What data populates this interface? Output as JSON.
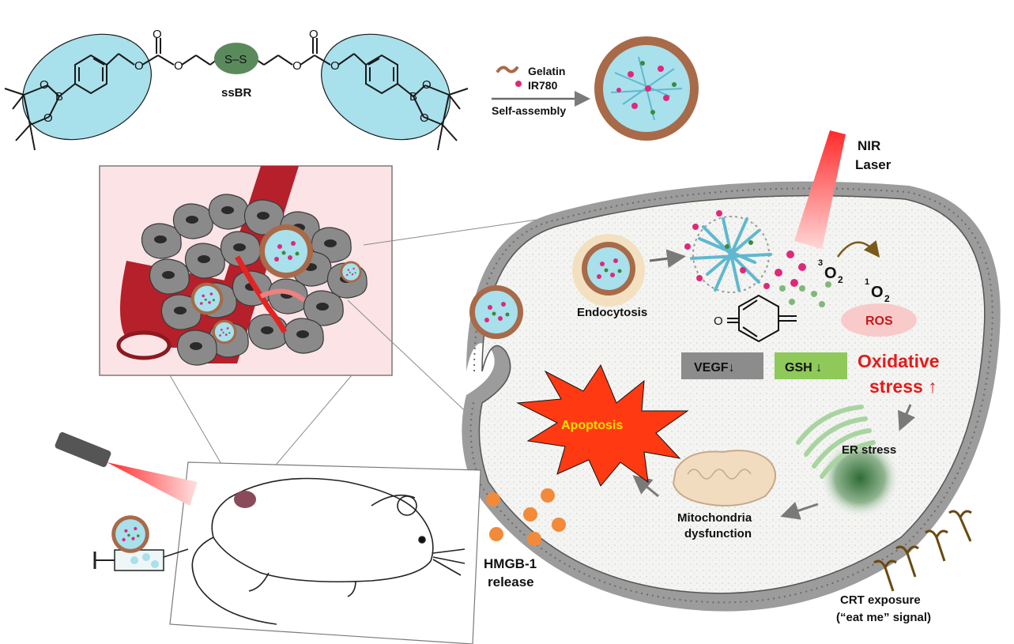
{
  "molecule": {
    "name": "ssBR",
    "disulfide": "S–S",
    "atoms": {
      "o": "O",
      "b": "B"
    }
  },
  "assembly": {
    "gelatin": "Gelatin",
    "ir780": "IR780",
    "step": "Self-assembly"
  },
  "laser": {
    "line1": "NIR",
    "line2": "Laser"
  },
  "cell": {
    "endocytosis": "Endocytosis",
    "o2_triplet_sup": "3",
    "o2_triplet": "O",
    "o2_triplet_sub": "2",
    "o2_singlet_sup": "1",
    "o2_singlet": "O",
    "o2_singlet_sub": "2",
    "ros": "ROS",
    "vegf": "VEGF↓",
    "gsh": "GSH ↓",
    "oxidative_line1": "Oxidative",
    "oxidative_line2": "stress ↑",
    "er_stress": "ER stress",
    "apoptosis": "Apoptosis",
    "mito_line1": "Mitochondria",
    "mito_line2": "dysfunction",
    "quinone_o": "O"
  },
  "release": {
    "line1": "HMGB-1",
    "line2": "release"
  },
  "crt": {
    "line1": "CRT exposure",
    "line2": "(“eat me” signal)"
  },
  "colors": {
    "cyan": "#a8e0ec",
    "shell": "#a86a48",
    "vessel": "#b5202a",
    "red_text": "#e31b1b",
    "vegf_box": "#8c8c8c",
    "gsh_box": "#8ec95a",
    "apoptosis_star": "#ff3a12",
    "apoptosis_text": "#ffe600",
    "ros_fill": "#f8caca"
  }
}
